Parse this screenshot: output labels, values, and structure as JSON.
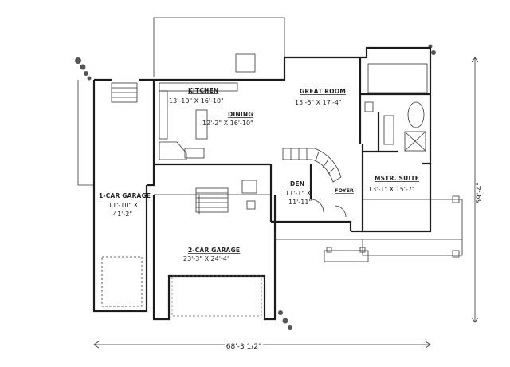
{
  "rooms": {
    "kitchen": {
      "name": "KITCHEN",
      "dims": [
        "13'-10\" X 16'-10\""
      ]
    },
    "dining": {
      "name": "DINING",
      "dims": [
        "12'-2\" X 16'-10\""
      ]
    },
    "great": {
      "name": "GREAT ROOM",
      "dims": [
        "15'-6\" X 17'-4\""
      ]
    },
    "garage1": {
      "name": "1-CAR GARAGE",
      "dims": [
        "11'-10\" X",
        "41'-2\""
      ]
    },
    "garage2": {
      "name": "2-CAR GARAGE",
      "dims": [
        "23'-3\" X 24'-4\""
      ]
    },
    "den": {
      "name": "DEN",
      "dims": [
        "11'-1\" X",
        "11'-11\""
      ]
    },
    "foyer": {
      "name": "FOYER",
      "dims": []
    },
    "master": {
      "name": "MSTR. SUITE",
      "dims": [
        "13'-1\" X 15'-7\""
      ]
    }
  },
  "overall": {
    "width": "68'-3 1/2\"",
    "depth": "59'-4\""
  }
}
